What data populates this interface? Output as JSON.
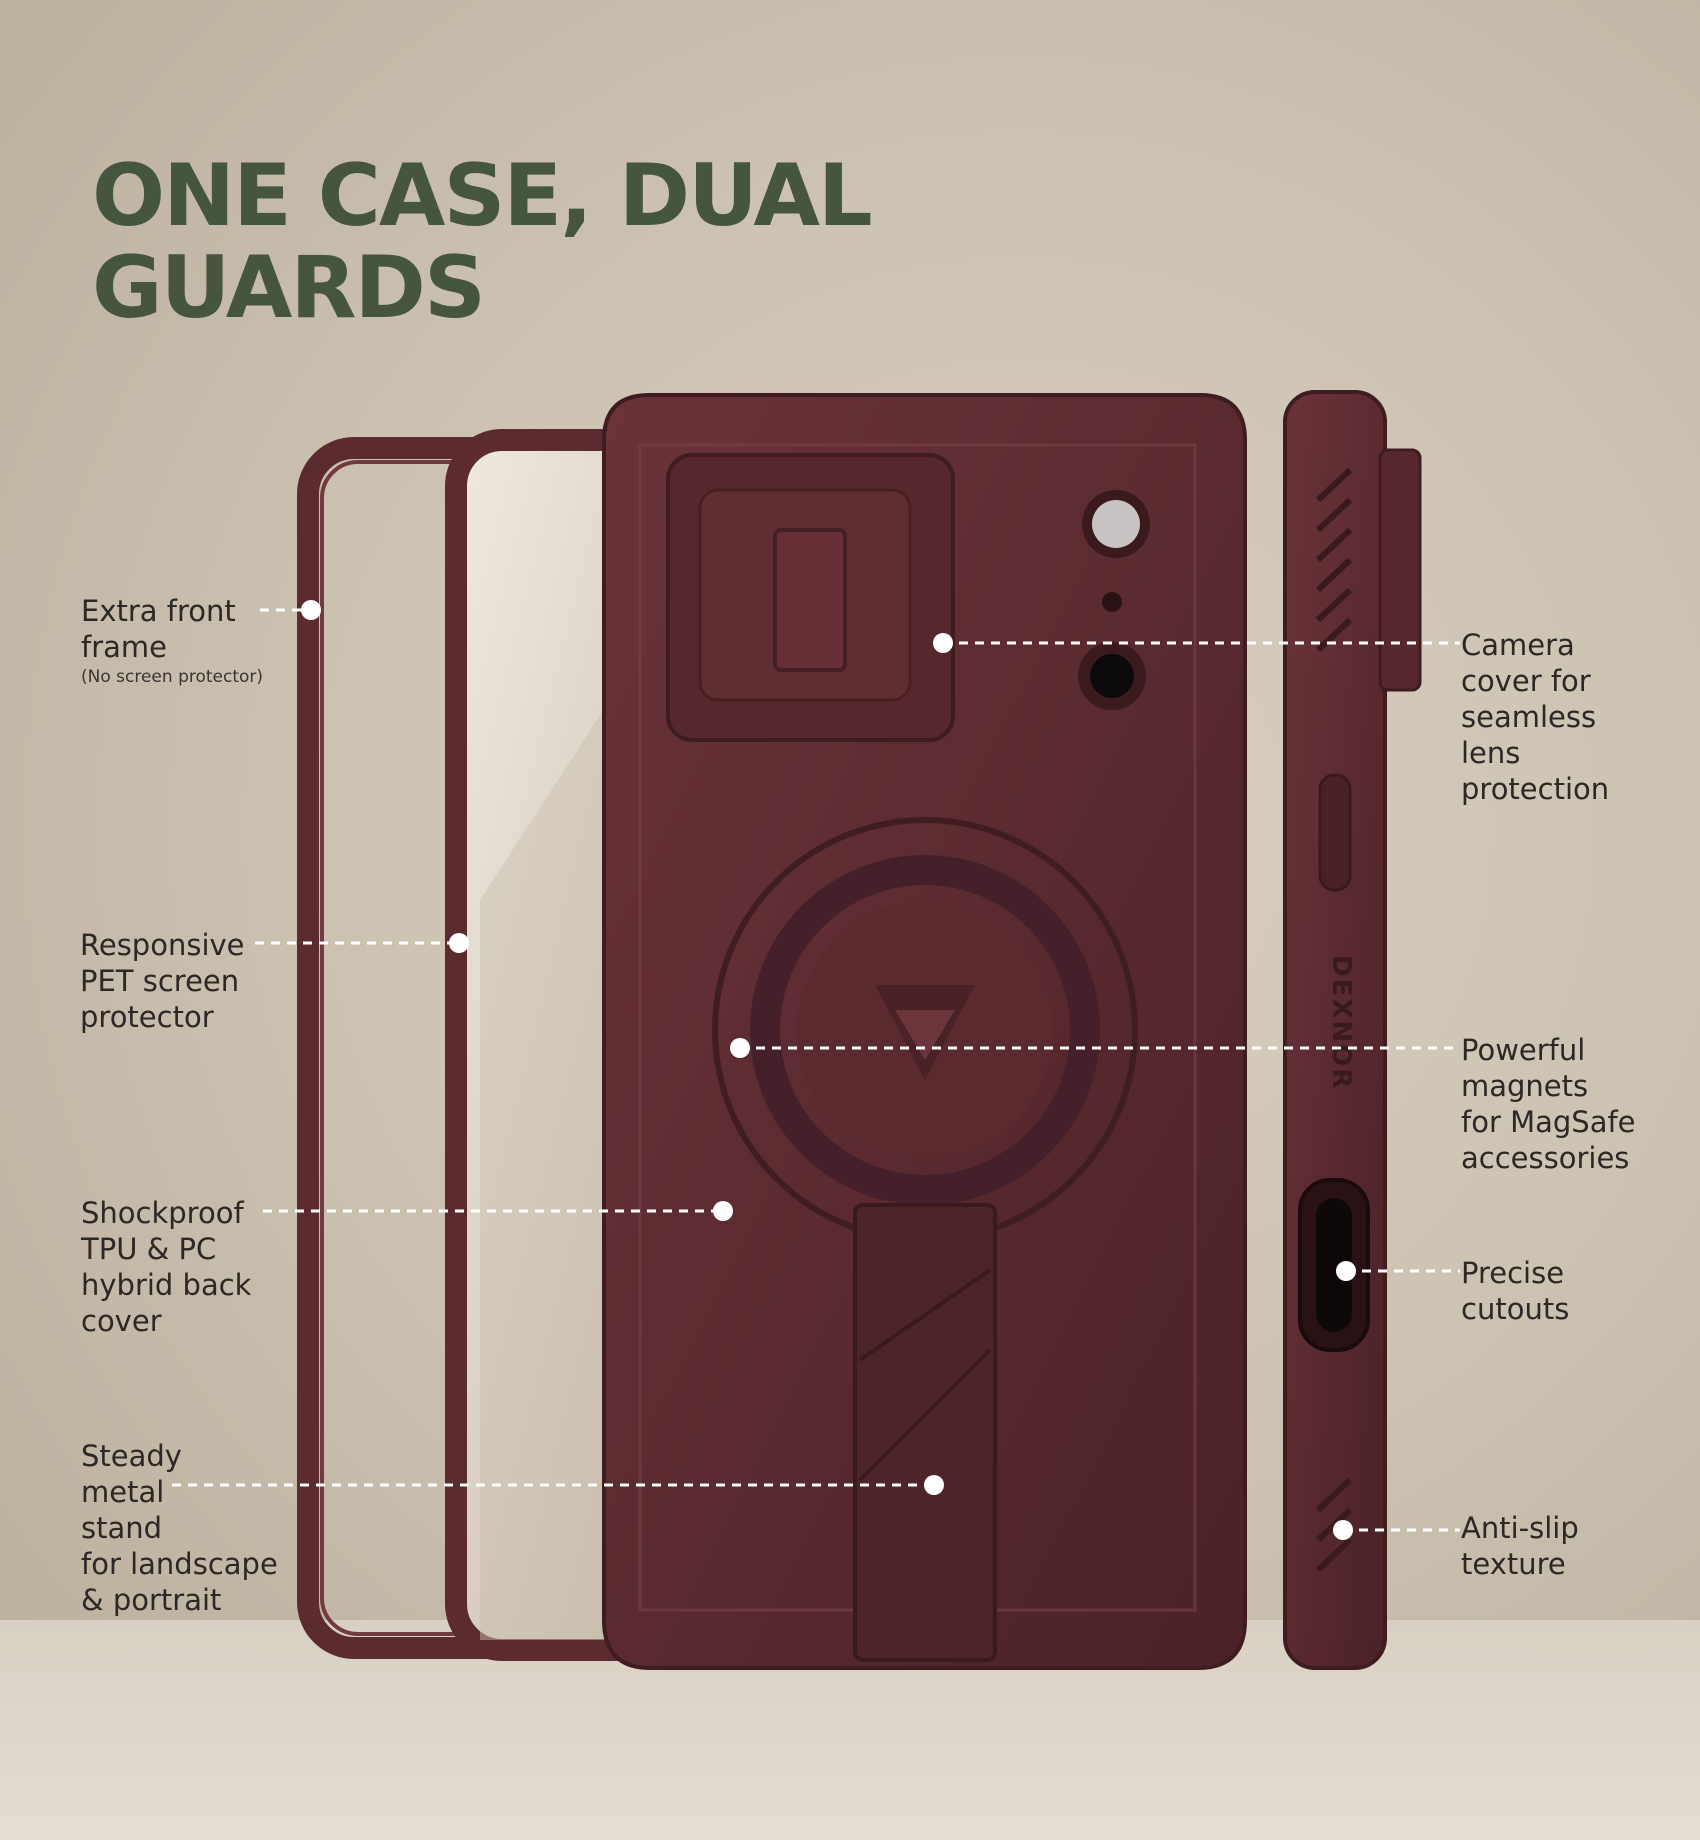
{
  "headline": {
    "line1": "ONE CASE, DUAL",
    "line2": "GUARDS"
  },
  "brand_side_text": "DEXNOR",
  "colors": {
    "headline": "#465540",
    "case": "#5b2b30",
    "background": "#cdc3b3"
  },
  "callouts": {
    "front_frame": {
      "lines": [
        "Extra front",
        "frame"
      ],
      "note": "(No screen protector)"
    },
    "screen_protector": {
      "lines": [
        "Responsive",
        "PET screen",
        "protector"
      ]
    },
    "back_cover": {
      "lines": [
        "Shockproof",
        "TPU & PC",
        "hybrid back",
        "cover"
      ]
    },
    "stand": {
      "lines": [
        "Steady",
        "metal",
        "stand",
        "for landscape",
        "& portrait"
      ]
    },
    "camera_cover": {
      "lines": [
        "Camera",
        "cover for",
        "seamless",
        "lens",
        "protection"
      ]
    },
    "magnets": {
      "lines": [
        "Powerful",
        "magnets",
        "for MagSafe",
        "accessories"
      ]
    },
    "cutouts": {
      "lines": [
        "Precise",
        "cutouts"
      ]
    },
    "texture": {
      "lines": [
        "Anti-slip",
        "texture"
      ]
    }
  }
}
